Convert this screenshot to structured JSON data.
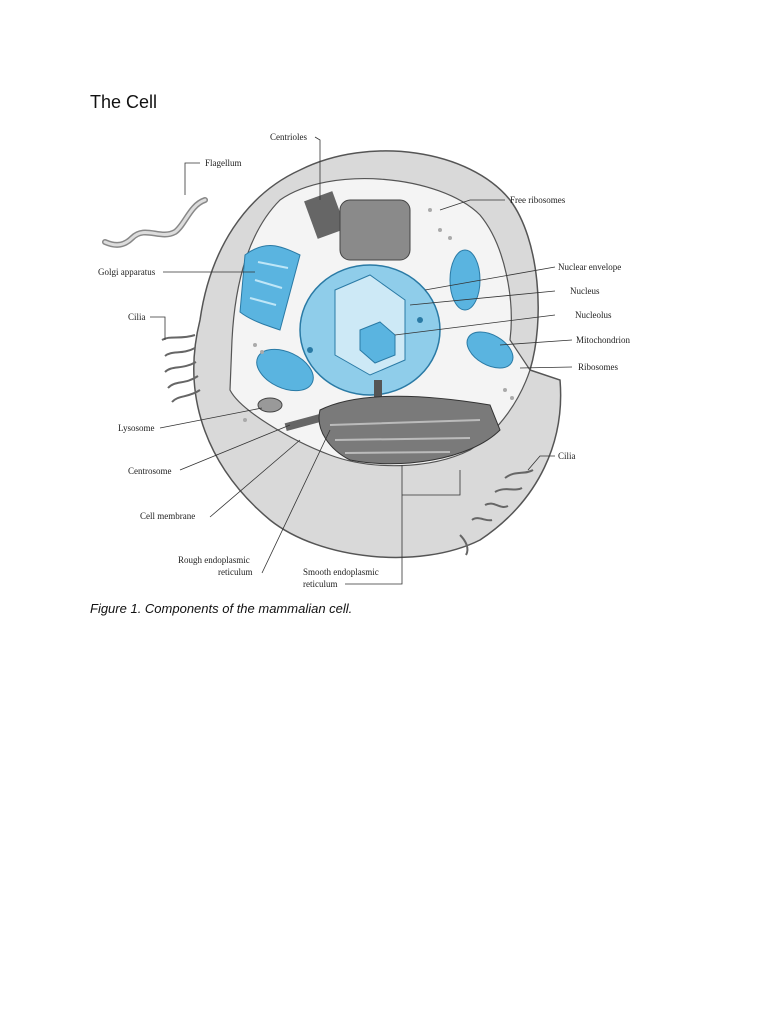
{
  "document": {
    "title": "The Cell",
    "caption": "Figure 1. Components of the mammalian cell."
  },
  "diagram": {
    "labels": {
      "centrioles": "Centrioles",
      "flagellum": "Flagellum",
      "free_ribosomes": "Free ribosomes",
      "golgi": "Golgi apparatus",
      "nuclear_envelope": "Nuclear envelope",
      "nucleus": "Nucleus",
      "nucleolus": "Nucleolus",
      "cilia_left": "Cilia",
      "mitochondrion": "Mitochondrion",
      "ribosomes": "Ribosomes",
      "lysosome": "Lysosome",
      "cilia_right": "Cilia",
      "centrosome": "Centrosome",
      "cell_membrane": "Cell membrane",
      "rough_er_1": "Rough endoplasmic",
      "rough_er_2": "reticulum",
      "smooth_er_1": "Smooth endoplasmic",
      "smooth_er_2": "reticulum"
    },
    "colors": {
      "membrane": "#d9d9d9",
      "organelle_blue": "#5ab4e0",
      "nucleus_blue": "#8fcdea",
      "er_gray": "#7a7a7a"
    }
  }
}
